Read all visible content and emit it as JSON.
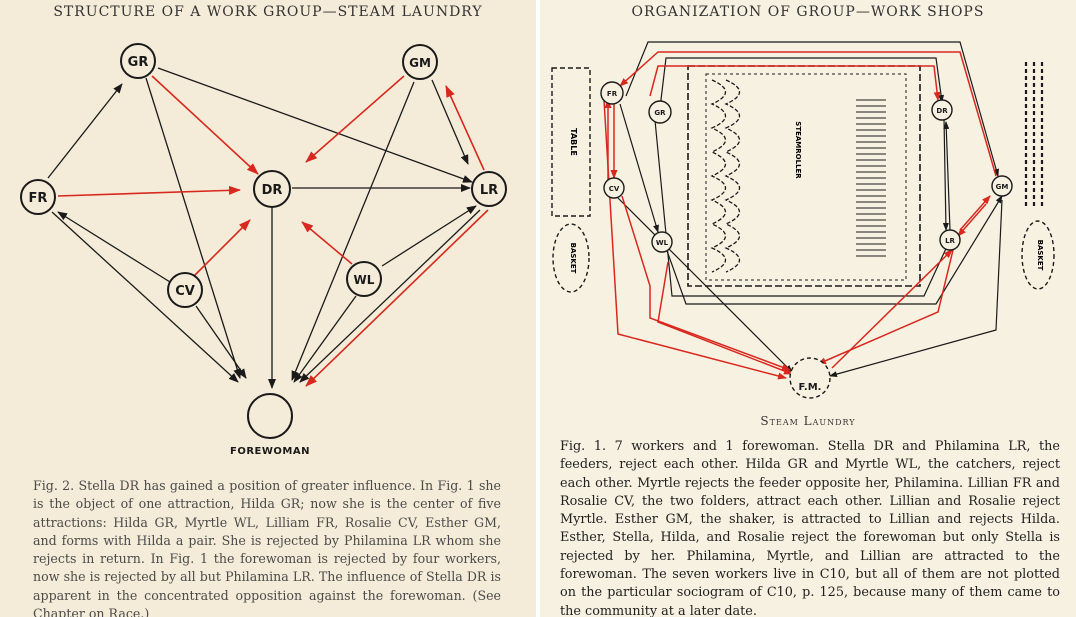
{
  "left": {
    "title": "STRUCTURE OF A WORK GROUP—STEAM LAUNDRY",
    "nodes": {
      "GR": "GR",
      "GM": "GM",
      "FR": "FR",
      "DR": "DR",
      "LR": "LR",
      "CV": "CV",
      "WL": "WL",
      "forewoman": "FOREWOMAN"
    },
    "caption": "Fig. 2. Stella DR has gained a position of greater influence. In Fig. 1 she is the object of one attraction, Hilda GR; now she is the center of five attractions: Hilda GR, Myrtle WL, Lilliam FR, Rosalie CV, Esther GM, and forms with Hilda a pair. She is rejected by Philamina LR whom she rejects in return. In Fig. 1 the forewoman is rejected by four workers, now she is rejected by all but Philamina LR. The influence of Stella DR is apparent in the concentrated opposition against the forewoman. (See Chapter on Race.)"
  },
  "right": {
    "title": "ORGANIZATION OF GROUP—WORK SHOPS",
    "labels": {
      "table": "TABLE",
      "steamroller": "STEAMROLLER",
      "basket_left": "BASKET",
      "basket_right": "BASKET"
    },
    "nodes": {
      "FR": "FR",
      "GR": "GR",
      "CV": "CV",
      "WL": "WL",
      "DR": "DR",
      "LR": "LR",
      "GM": "GM",
      "FM": "F.M."
    },
    "subtitle": "Steam Laundry",
    "caption": "Fig. 1. 7 workers and 1 forewoman. Stella DR and Philamina LR, the feeders, reject each other. Hilda GR and Myrtle WL, the catchers, reject each other. Myrtle rejects the feeder opposite her, Philamina. Lillian FR and Rosalie CV, the two folders, attract each other. Lillian and Rosalie reject Myrtle. Esther GM, the shaker, is attracted to Lillian and rejects Hilda. Esther, Stella, Hilda, and Rosalie reject the forewoman but only Stella is rejected by her. Philamina, Myrtle, and Lillian are attracted to the forewoman. The seven workers live in C10, but all of them are not plotted on the particular sociogram of C10, p. 125, because many of them came to the community at a later date."
  },
  "colors": {
    "attraction": "#d9281e",
    "rejection": "#1a1a1a"
  }
}
